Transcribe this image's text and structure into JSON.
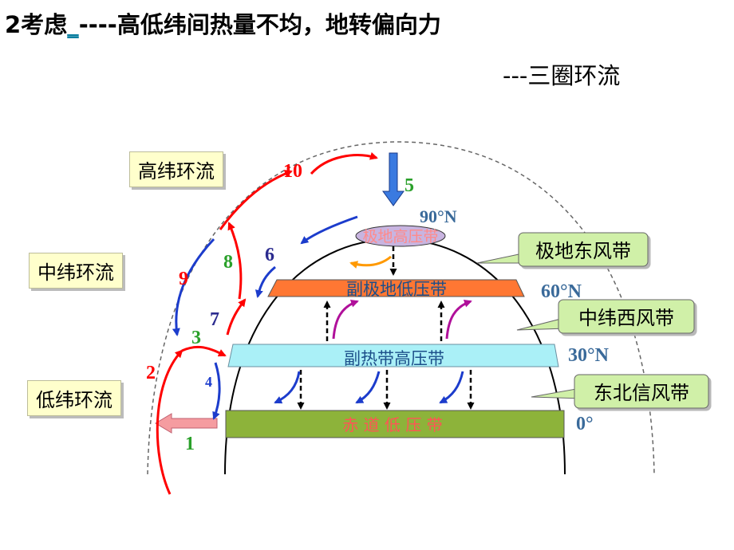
{
  "title": {
    "prefix": "2考虑",
    "blank": "_",
    "rest": "----高低纬间热量不均，地转偏向力",
    "subtitle": "---三圈环流"
  },
  "circulation_labels": {
    "high": "高纬环流",
    "mid": "中纬环流",
    "low": "低纬环流"
  },
  "wind_belts": {
    "polar_easterlies": "极地东风带",
    "westerlies": "中纬西风带",
    "ne_trades": "东北信风带"
  },
  "pressure_belts": {
    "polar_high": "极地高压带",
    "subpolar_low": "副极地低压带",
    "subtropical_high": "副热带高压带",
    "equatorial_low": "赤 道 低 压 带"
  },
  "latitudes": {
    "lat90": "90°N",
    "lat60": "60°N",
    "lat30": "30°N",
    "lat0": "0°"
  },
  "numbers": {
    "n1": "1",
    "n2": "2",
    "n3": "3",
    "n4": "4",
    "n5": "5",
    "n6": "6",
    "n7": "7",
    "n8": "8",
    "n9": "9",
    "n10": "10"
  },
  "colors": {
    "red": "#ff0000",
    "blue": "#1c3ccc",
    "green": "#2aa02a",
    "navy": "#2b2b8f",
    "orange_band": "#ff7733",
    "cyan_band": "#aaf0f7",
    "olive_band": "#8db33a",
    "latitude_text": "#3a6a9a"
  }
}
